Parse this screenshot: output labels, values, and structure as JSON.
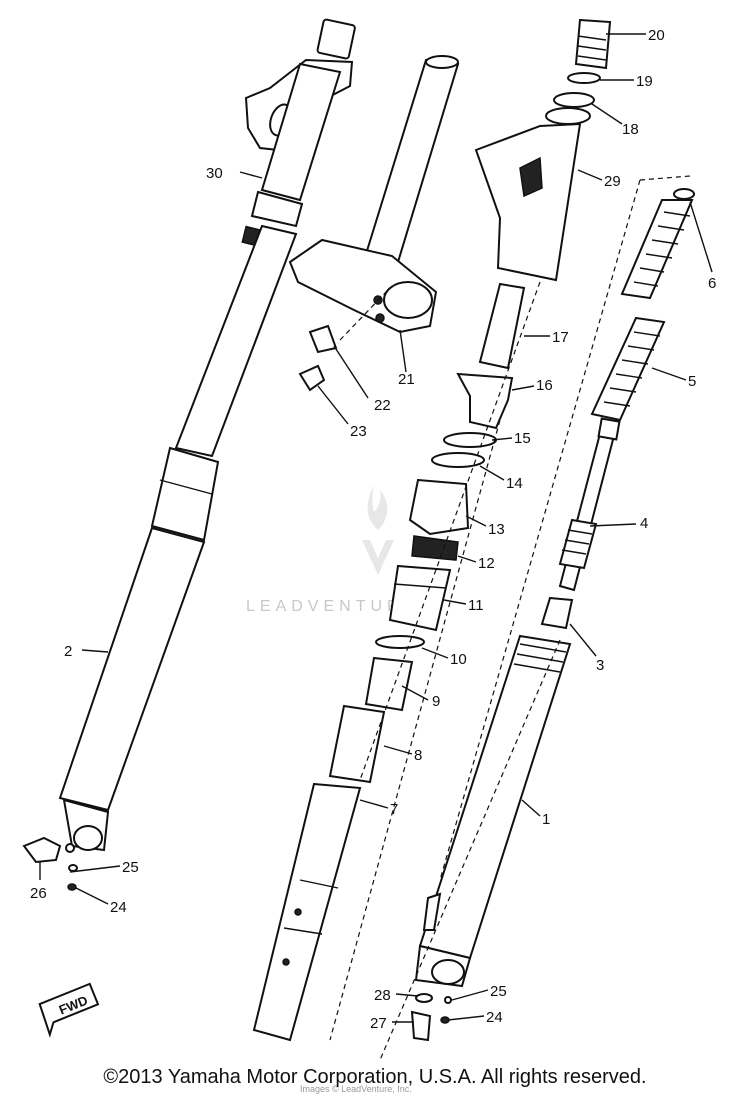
{
  "watermark": "LEADVENTURE",
  "watermark_small": "Images © LeadVenture, Inc.",
  "copyright": "©2013 Yamaha Motor Corporation, U.S.A. All rights reserved.",
  "fwd_label": "FWD",
  "callouts": {
    "p1": "1",
    "p2": "2",
    "p3": "3",
    "p4": "4",
    "p5": "5",
    "p6": "6",
    "p7": "7",
    "p8": "8",
    "p9": "9",
    "p10": "10",
    "p11": "11",
    "p12": "12",
    "p13": "13",
    "p14": "14",
    "p15": "15",
    "p16": "16",
    "p17": "17",
    "p18": "18",
    "p19": "19",
    "p20": "20",
    "p21": "21",
    "p22": "22",
    "p23": "23",
    "p24a": "24",
    "p24b": "24",
    "p25a": "25",
    "p25b": "25",
    "p26": "26",
    "p27": "27",
    "p28": "28",
    "p29": "29",
    "p30": "30"
  }
}
